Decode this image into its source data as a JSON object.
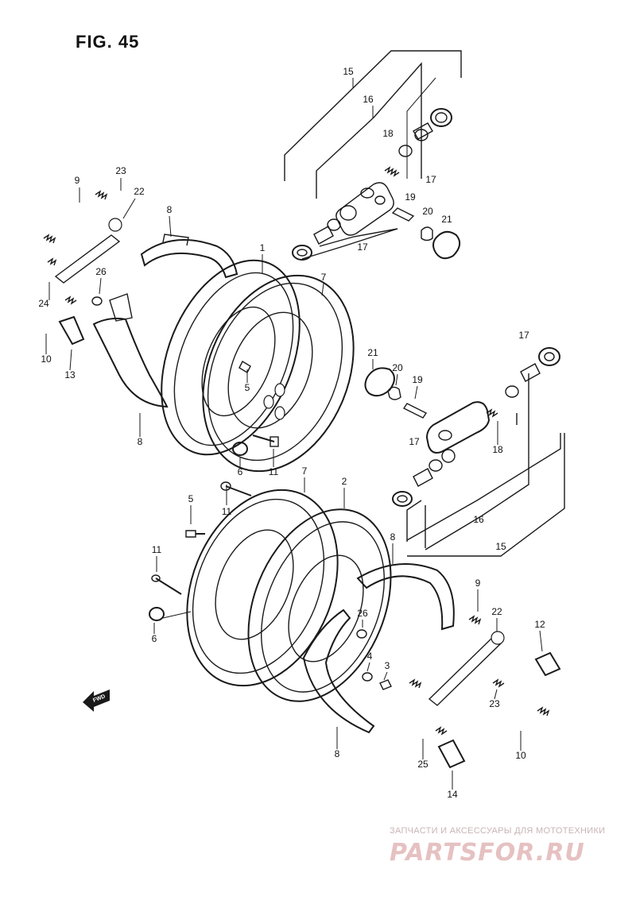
{
  "figure": {
    "title": "FIG. 45"
  },
  "fwd_arrow": {
    "label": "FWD"
  },
  "callouts": [
    {
      "id": "c15a",
      "text": "15"
    },
    {
      "id": "c16a",
      "text": "16"
    },
    {
      "id": "c18a",
      "text": "18"
    },
    {
      "id": "c17a",
      "text": "17"
    },
    {
      "id": "c19a",
      "text": "19"
    },
    {
      "id": "c20a",
      "text": "20"
    },
    {
      "id": "c21a",
      "text": "21"
    },
    {
      "id": "c17b",
      "text": "17"
    },
    {
      "id": "c9a",
      "text": "9"
    },
    {
      "id": "c23a",
      "text": "23"
    },
    {
      "id": "c22a",
      "text": "22"
    },
    {
      "id": "c8a",
      "text": "8"
    },
    {
      "id": "c1",
      "text": "1"
    },
    {
      "id": "c7a",
      "text": "7"
    },
    {
      "id": "c26a",
      "text": "26"
    },
    {
      "id": "c24",
      "text": "24"
    },
    {
      "id": "c10a",
      "text": "10"
    },
    {
      "id": "c13",
      "text": "13"
    },
    {
      "id": "c5a",
      "text": "5"
    },
    {
      "id": "c8b",
      "text": "8"
    },
    {
      "id": "c6a",
      "text": "6"
    },
    {
      "id": "c11a",
      "text": "11"
    },
    {
      "id": "c21b",
      "text": "21"
    },
    {
      "id": "c20b",
      "text": "20"
    },
    {
      "id": "c19b",
      "text": "19"
    },
    {
      "id": "c17c",
      "text": "17"
    },
    {
      "id": "c17d",
      "text": "17"
    },
    {
      "id": "c18b",
      "text": "18"
    },
    {
      "id": "c16b",
      "text": "16"
    },
    {
      "id": "c15b",
      "text": "15"
    },
    {
      "id": "c7b",
      "text": "7"
    },
    {
      "id": "c2",
      "text": "2"
    },
    {
      "id": "c5b",
      "text": "5"
    },
    {
      "id": "c11b",
      "text": "11"
    },
    {
      "id": "c11c",
      "text": "11"
    },
    {
      "id": "c8c",
      "text": "8"
    },
    {
      "id": "c6b",
      "text": "6"
    },
    {
      "id": "c9b",
      "text": "9"
    },
    {
      "id": "c22b",
      "text": "22"
    },
    {
      "id": "c26b",
      "text": "26"
    },
    {
      "id": "c12",
      "text": "12"
    },
    {
      "id": "c4",
      "text": "4"
    },
    {
      "id": "c3",
      "text": "3"
    },
    {
      "id": "c23b",
      "text": "23"
    },
    {
      "id": "c8d",
      "text": "8"
    },
    {
      "id": "c10b",
      "text": "10"
    },
    {
      "id": "c25",
      "text": "25"
    },
    {
      "id": "c14",
      "text": "14"
    }
  ],
  "watermark": {
    "tagline": "ЗАПЧАСТИ И АКСЕССУАРЫ ДЛЯ МОТОТЕХНИКИ",
    "logo": "PARTSFOR.RU"
  }
}
